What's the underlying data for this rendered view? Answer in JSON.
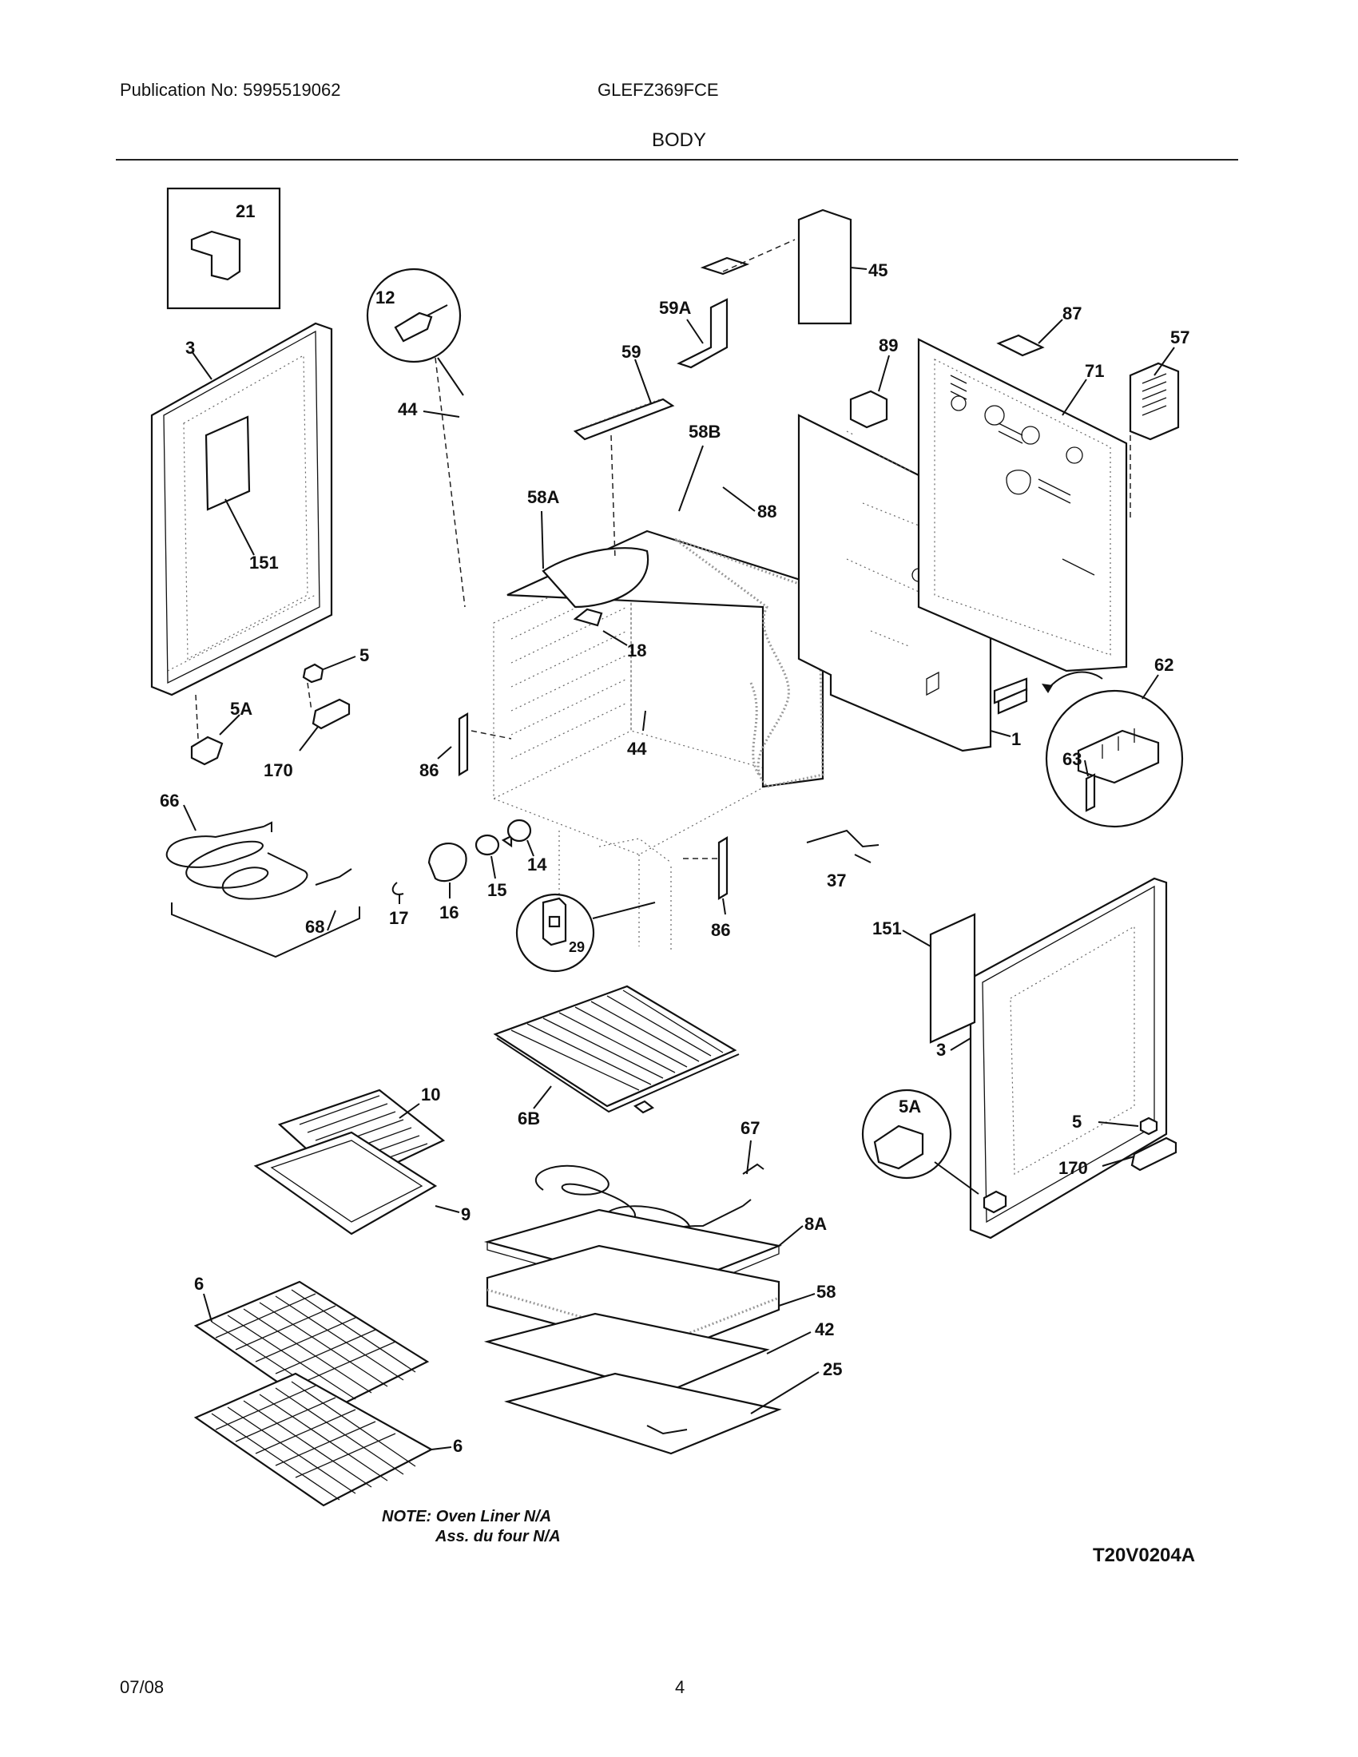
{
  "header": {
    "publication": "Publication No: 5995519062",
    "model": "GLEFZ369FCE",
    "section": "BODY"
  },
  "labels": {
    "l21": "21",
    "l3a": "3",
    "l151a": "151",
    "l12": "12",
    "l44a": "44",
    "l5a": "5",
    "l5Aa": "5A",
    "l170a": "170",
    "l66": "66",
    "l68": "68",
    "l17": "17",
    "l16": "16",
    "l15": "15",
    "l14": "14",
    "l86a": "86",
    "l44b": "44",
    "l18": "18",
    "l58A": "58A",
    "l58B": "58B",
    "l88": "88",
    "l59": "59",
    "l59A": "59A",
    "l45": "45",
    "l89": "89",
    "l87": "87",
    "l71": "71",
    "l57": "57",
    "l62": "62",
    "l63": "63",
    "l1": "1",
    "l37": "37",
    "l86b": "86",
    "l29": "29",
    "l151b": "151",
    "l3b": "3",
    "l10": "10",
    "l9": "9",
    "l6B": "6B",
    "l67": "67",
    "l8A": "8A",
    "l58": "58",
    "l42": "42",
    "l25": "25",
    "l6a": "6",
    "l6b": "6",
    "l5Ab": "5A",
    "l5b": "5",
    "l170b": "170"
  },
  "note": {
    "line1": "NOTE: Oven Liner N/A",
    "line2": "Ass. du four N/A"
  },
  "diagram_code": "T20V0204A",
  "footer": {
    "date": "07/08",
    "page": "4"
  }
}
